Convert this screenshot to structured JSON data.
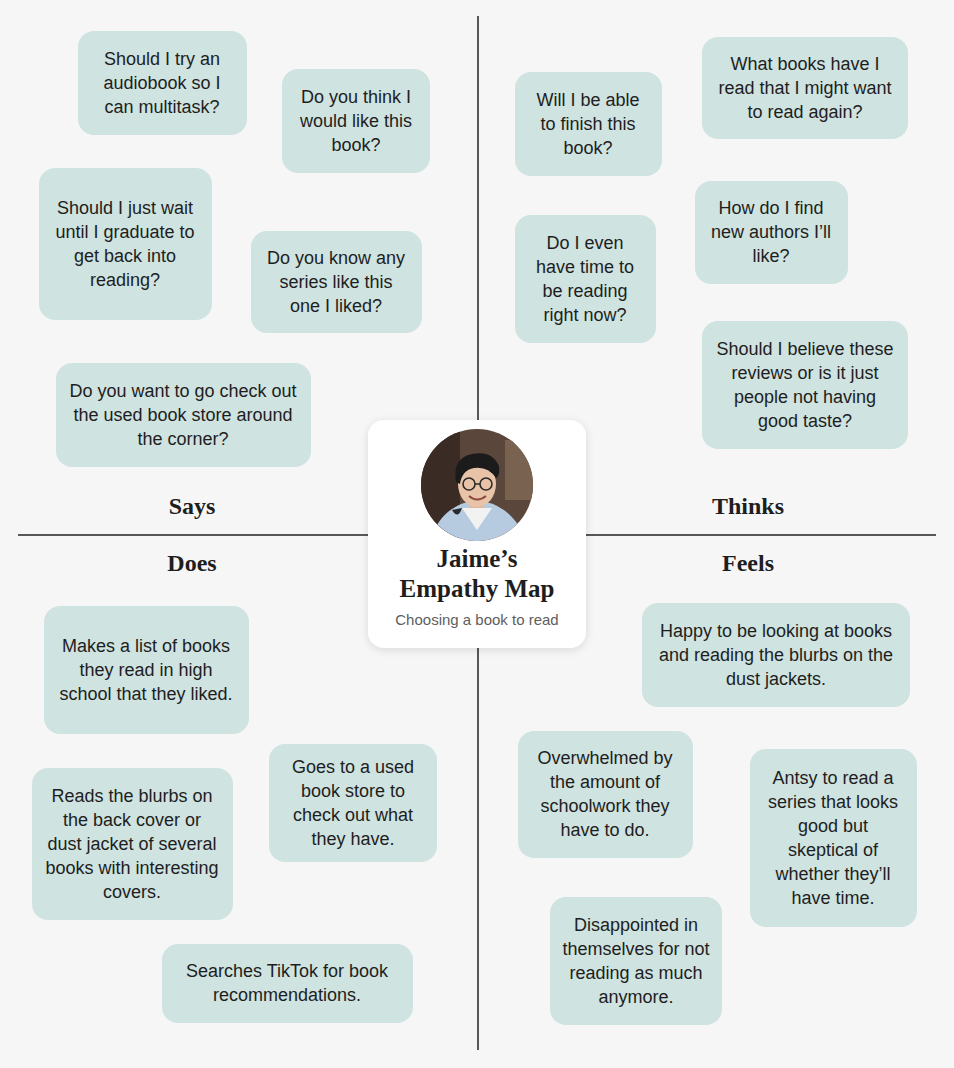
{
  "diagram": {
    "nodes": [
      {
        "text": [
          "Should I try an audiobook so I can multitask?"
        ]
      },
      {
        "text": [
          "Do you think I would like this book?"
        ]
      },
      {
        "text": [
          "Should I just wait until I graduate to get back into reading?"
        ]
      },
      {
        "text": [
          "Do you know any series like this one I liked?"
        ]
      },
      {
        "text": [
          "Do you want to go check out the used book store around the corner?"
        ]
      },
      {
        "text": [
          "What books have I read that I might want to read again?"
        ]
      },
      {
        "text": [
          "Will I be able to finish this book?"
        ]
      },
      {
        "text": [
          "How do I find new authors I’ll like?"
        ]
      },
      {
        "text": [
          "Do I even have time to be reading right now?"
        ]
      },
      {
        "text": [
          "Should I believe these reviews or is it just people not having good taste?"
        ]
      },
      {
        "text": [
          "Jaime’s Empathy Map",
          "Choosing a book to read"
        ]
      },
      {
        "text": [
          "Makes a list of books they read in high school that they liked."
        ]
      },
      {
        "text": [
          "Goes to a used book store to check out what they have."
        ]
      },
      {
        "text": [
          "Reads the blurbs on the back cover or dust jacket of several books with interesting covers."
        ]
      },
      {
        "text": [
          "Searches TikTok for book recommendations."
        ]
      },
      {
        "text": [
          "Happy to be looking at books and reading the blurbs on the dust jackets."
        ]
      },
      {
        "text": [
          "Overwhelmed by the amount of schoolwork they have to do."
        ]
      },
      {
        "text": [
          "Antsy to read a series that looks good but skeptical of whether they’ll have time."
        ]
      },
      {
        "text": [
          "Disappointed in themselves for not reading as much anymore."
        ]
      }
    ],
    "labels": [
      "Says",
      "Thinks",
      "Does",
      "Feels"
    ]
  }
}
